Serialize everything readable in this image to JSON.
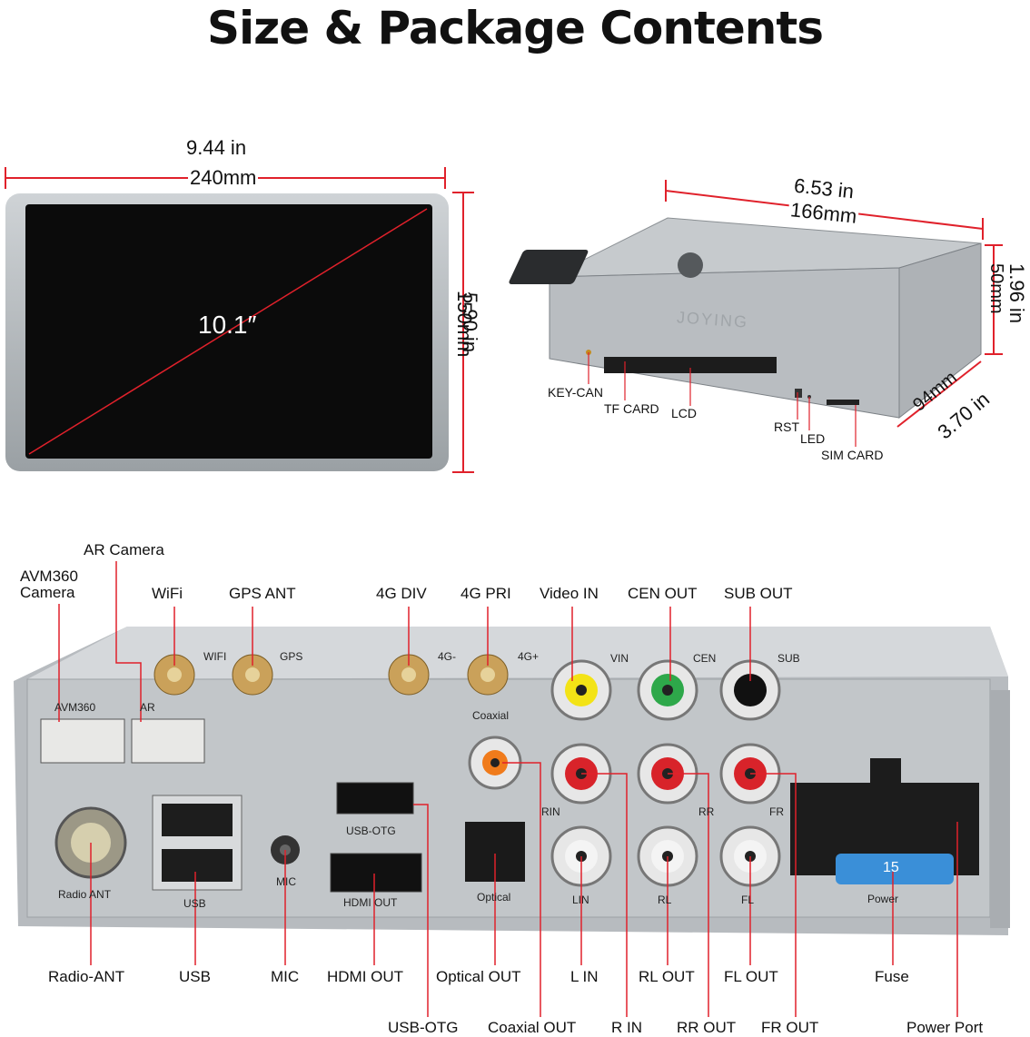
{
  "title": "Size & Package Contents",
  "screen": {
    "width_in": "9.44 in",
    "width_mm": "240mm",
    "height_in": "5.90 in",
    "height_mm": "150mm",
    "diagonal": "10.1″"
  },
  "box": {
    "width_in": "6.53 in",
    "width_mm": "166mm",
    "height_in": "1.96 in",
    "height_mm": "50mm",
    "depth_mm": "94mm",
    "depth_in": "3.70 in",
    "brand": "JOYING",
    "front_labels": [
      "KEY-CAN",
      "TF CARD",
      "LCD",
      "RST",
      "LED",
      "SIM CARD"
    ]
  },
  "panel": {
    "top_labels": {
      "avm360": "AVM360\nCamera",
      "ar": "AR Camera",
      "wifi": "WiFi",
      "gps": "GPS ANT",
      "div": "4G DIV",
      "pri": "4G PRI",
      "vin": "Video IN",
      "cen": "CEN OUT",
      "sub": "SUB OUT"
    },
    "bottom_labels": {
      "radio": "Radio-ANT",
      "usb": "USB",
      "mic": "MIC",
      "hdmi": "HDMI OUT",
      "optical": "Optical OUT",
      "lin": "L IN",
      "rl": "RL OUT",
      "fl": "FL OUT",
      "fuse": "Fuse",
      "usbotg": "USB-OTG",
      "coax": "Coaxial OUT",
      "rin": "R IN",
      "rr": "RR OUT",
      "fr": "FR OUT",
      "power": "Power Port"
    },
    "silk": {
      "wifi": "WIFI",
      "gps": "GPS",
      "g4m": "4G-",
      "g4p": "4G+",
      "vin": "VIN",
      "cen": "CEN",
      "sub": "SUB",
      "avm": "AVM360",
      "ar": "AR",
      "coaxial": "Coaxial",
      "usbotg": "USB-OTG",
      "rin": "RIN",
      "rr": "RR",
      "fr": "FR",
      "radio": "Radio ANT",
      "usb": "USB",
      "mic": "MIC",
      "hdmi": "HDMI  OUT",
      "optical": "Optical",
      "lin": "LIN",
      "rl": "RL",
      "fl": "FL",
      "power": "Power",
      "fuse": "15"
    }
  },
  "colors": {
    "dim_line": "#e0212b",
    "lead_line": "#e0212b",
    "chassis": "#c9ccd0"
  }
}
